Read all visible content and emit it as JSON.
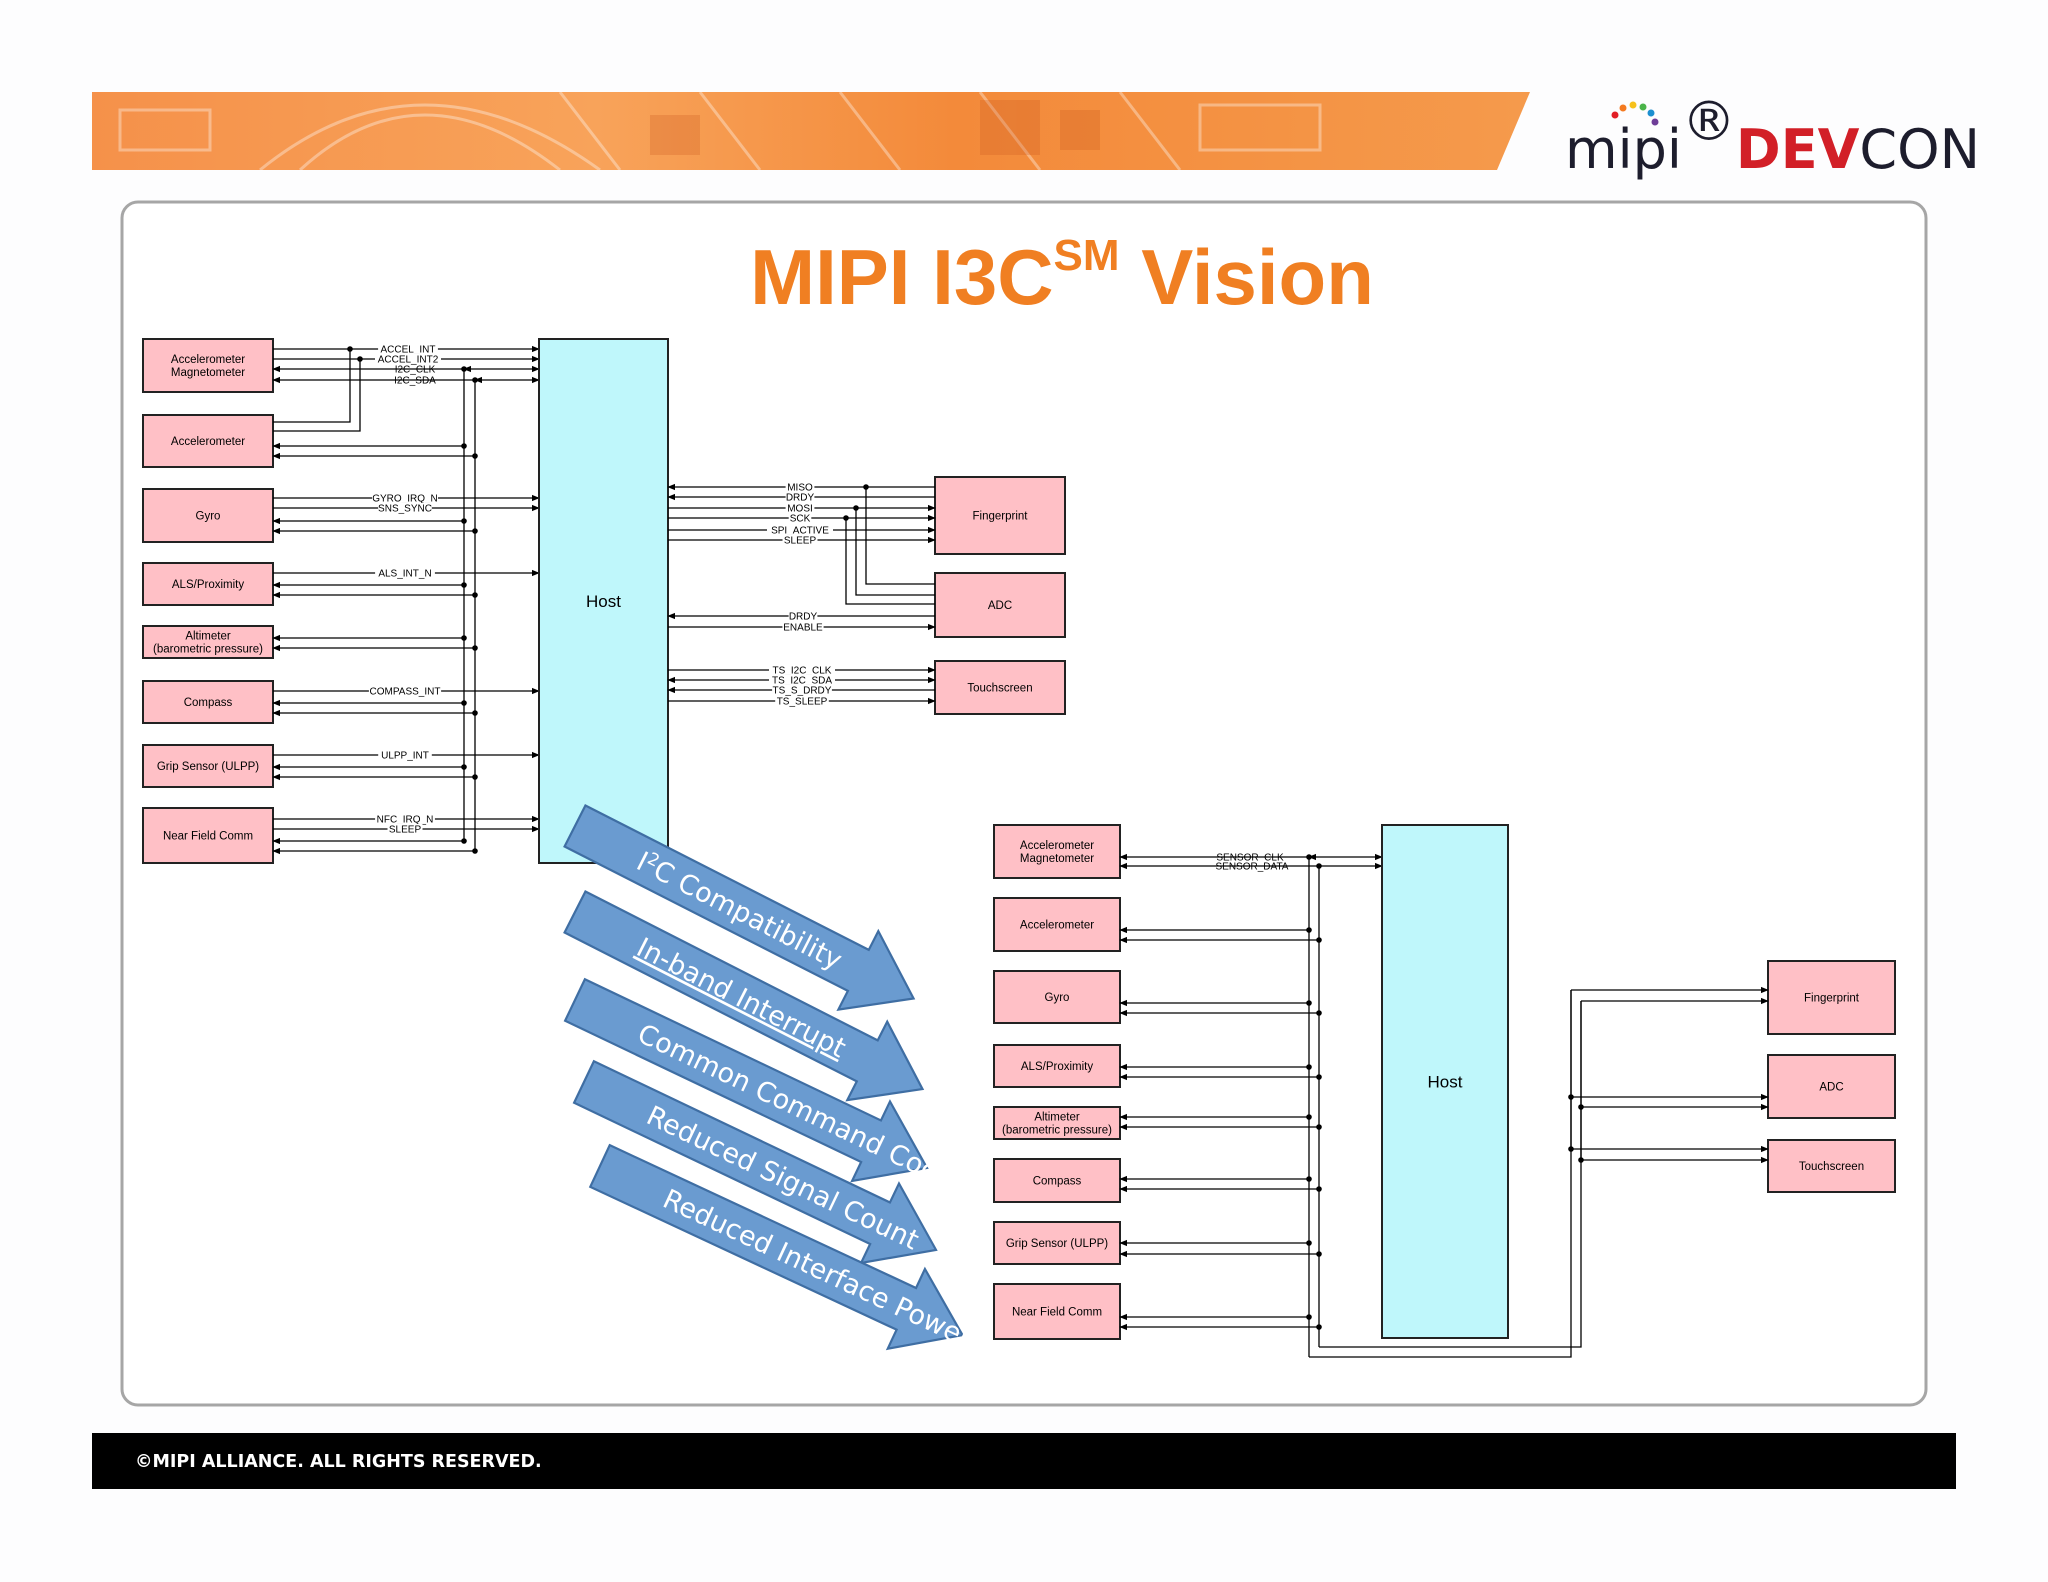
{
  "slide": {
    "title_main": "MIPI I3C",
    "title_sup": "SM",
    "title_tail": " Vision",
    "footer": "©MIPI ALLIANCE. ALL RIGHTS RESERVED.",
    "logo": {
      "part1": "mipi",
      "reg": "®",
      "part2": "DEV",
      "part3": "CON"
    }
  },
  "left_diagram": {
    "host_label": "Host",
    "sensors": [
      "Accelerometer\nMagnetometer",
      "Accelerometer",
      "Gyro",
      "ALS/Proximity",
      "Altimeter\n(barometric pressure)",
      "Compass",
      "Grip Sensor (ULPP)",
      "Near Field Comm"
    ],
    "peripherals": [
      "Fingerprint",
      "ADC",
      "Touchscreen"
    ],
    "signal_labels": {
      "accel_int": "ACCEL_INT",
      "accel_int2": "ACCEL_INT2",
      "i2c_clk": "I2C_CLK",
      "i2c_sda": "I2C_SDA",
      "gyro_irq_n": "GYRO_IRQ_N",
      "sns_sync": "SNS_SYNC",
      "als_int_n": "ALS_INT_N",
      "compass_int": "COMPASS_INT",
      "ulpp_int": "ULPP_INT",
      "nfc_irq_n": "NFC_IRQ_N",
      "nfc_sleep": "SLEEP",
      "miso": "MISO",
      "drdy": "DRDY",
      "mosi": "MOSI",
      "sck": "SCK",
      "spi_active": "SPI_ACTIVE",
      "spi_sleep": "SLEEP",
      "adc_drdy": "DRDY",
      "adc_enable": "ENABLE",
      "ts_i2c_clk": "TS_I2C_CLK",
      "ts_i2c_sda": "TS_I2C_SDA",
      "ts_s_drdy": "TS_S_DRDY",
      "ts_sleep": "TS_SLEEP"
    }
  },
  "right_diagram": {
    "host_label": "Host",
    "sensors": [
      "Accelerometer\nMagnetometer",
      "Accelerometer",
      "Gyro",
      "ALS/Proximity",
      "Altimeter\n(barometric pressure)",
      "Compass",
      "Grip Sensor (ULPP)",
      "Near Field Comm"
    ],
    "peripherals": [
      "Fingerprint",
      "ADC",
      "Touchscreen"
    ],
    "signal_labels": {
      "sensor_clk": "SENSOR_CLK",
      "sensor_data": "SENSOR_DATA"
    }
  },
  "features": [
    {
      "pre": "I",
      "sup": "2",
      "post": "C Compatibility",
      "underline": false
    },
    {
      "pre": "In-band Interrupt",
      "sup": "",
      "post": "",
      "underline": true
    },
    {
      "pre": "Common Command Codes",
      "sup": "",
      "post": "",
      "underline": false
    },
    {
      "pre": "Reduced Signal Count",
      "sup": "",
      "post": "",
      "underline": false
    },
    {
      "pre": "Reduced Interface Power",
      "sup": "",
      "post": "",
      "underline": false
    }
  ],
  "colors": {
    "title": "#f07f22",
    "device_fill": "#ffc0c6",
    "host_fill": "#bff7fb",
    "arrow_fill": "#6a9bd0",
    "banner": "#f58a34",
    "footer_bar": "#000000",
    "logo_dev": "#d21f27"
  }
}
